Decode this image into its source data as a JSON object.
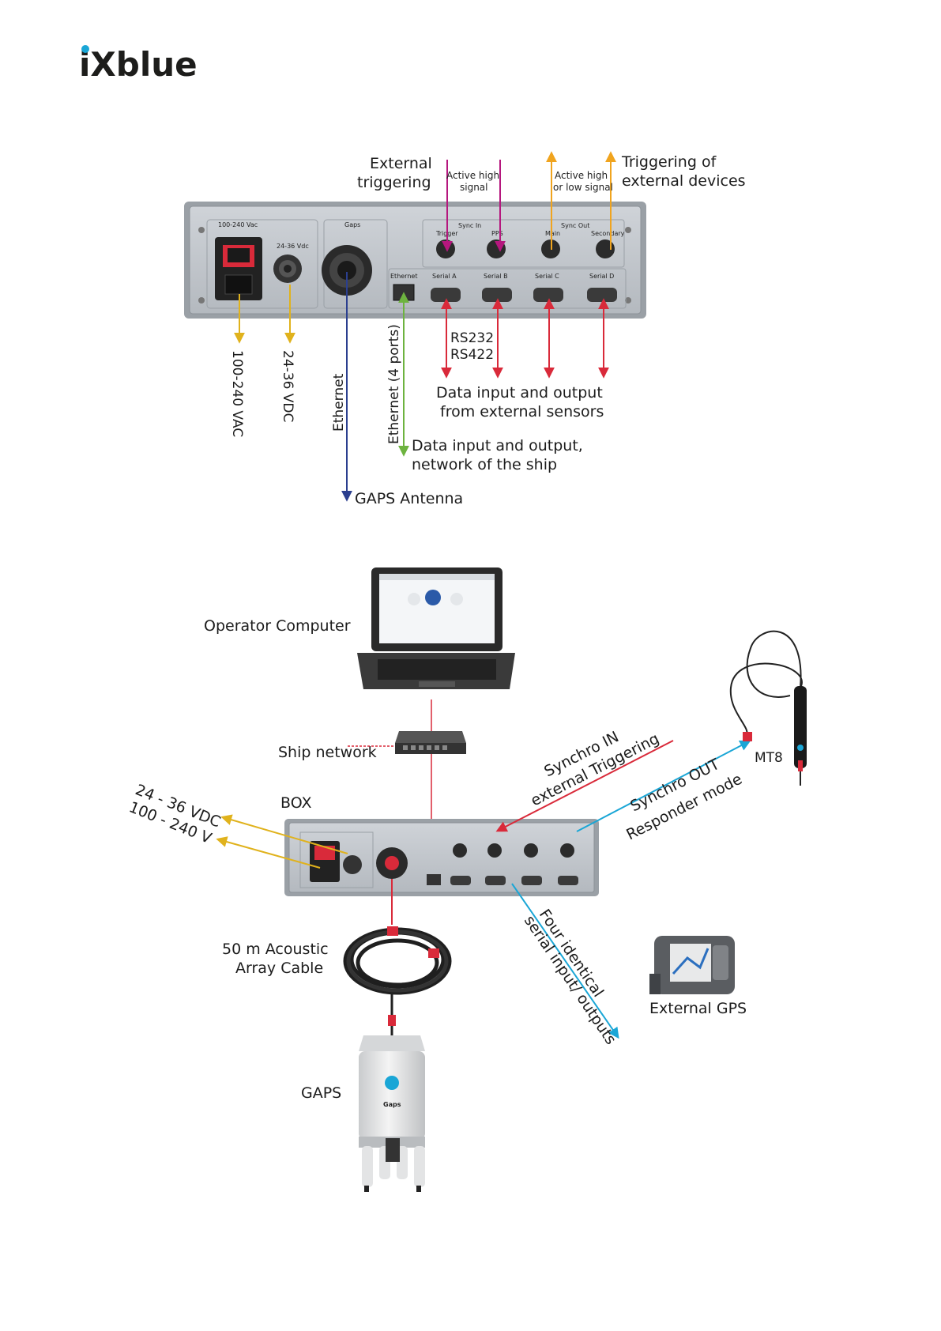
{
  "brand": {
    "logo_text": "iXblue",
    "dot_color": "#1aa6d6"
  },
  "top_panel": {
    "panel_labels": {
      "power": "100-240 Vac",
      "dc": "24-36 Vdc",
      "gaps": "Gaps",
      "sync_in": "Sync In",
      "sync_out": "Sync Out",
      "trigger": "Trigger",
      "pps": "PPS",
      "main": "Main",
      "secondary": "Secondary",
      "ethernet": "Ethernet",
      "serial_a": "Serial A",
      "serial_b": "Serial B",
      "serial_c": "Serial C",
      "serial_d": "Serial D"
    },
    "external_triggering": [
      "External",
      "triggering"
    ],
    "active_high_signal": [
      "Active high",
      "signal"
    ],
    "active_high_or_low": [
      "Active high",
      "or low signal"
    ],
    "triggering_external": [
      "Triggering of",
      "external devices"
    ],
    "label_100_240": "100-240 VAC",
    "label_24_36": "24-36 VDC",
    "label_ethernet": "Ethernet",
    "label_ethernet_ports": "Ethernet (4 ports)",
    "rs232": "RS232",
    "rs422": "RS422",
    "data_sensors": [
      "Data input and output",
      "from external sensors"
    ],
    "data_network": [
      "Data input and output,",
      "network of the ship"
    ],
    "gaps_antenna": "GAPS Antenna"
  },
  "bottom": {
    "operator_computer": "Operator Computer",
    "ship_network": "Ship network",
    "box": "BOX",
    "vdc": "24 - 36 VDC",
    "vac": "100 - 240 V",
    "synchro_in": [
      "Synchro IN",
      "external Triggering"
    ],
    "synchro_out": [
      "Synchro OUT",
      "Responder mode"
    ],
    "mt8": "MT8",
    "cable": [
      "50 m Acoustic",
      "Array Cable"
    ],
    "serial_outputs": [
      "Four identical",
      "serial input/ outputs"
    ],
    "external_gps": "External GPS",
    "gaps": "GAPS",
    "gaps_badge": "Gaps"
  },
  "colors": {
    "yellow": "#e0b21c",
    "blue_dark": "#2b3f8f",
    "green": "#6db33f",
    "red": "#d92a3a",
    "magenta": "#b5177e",
    "orange": "#f0a41e",
    "cyan": "#1aa6d6"
  }
}
